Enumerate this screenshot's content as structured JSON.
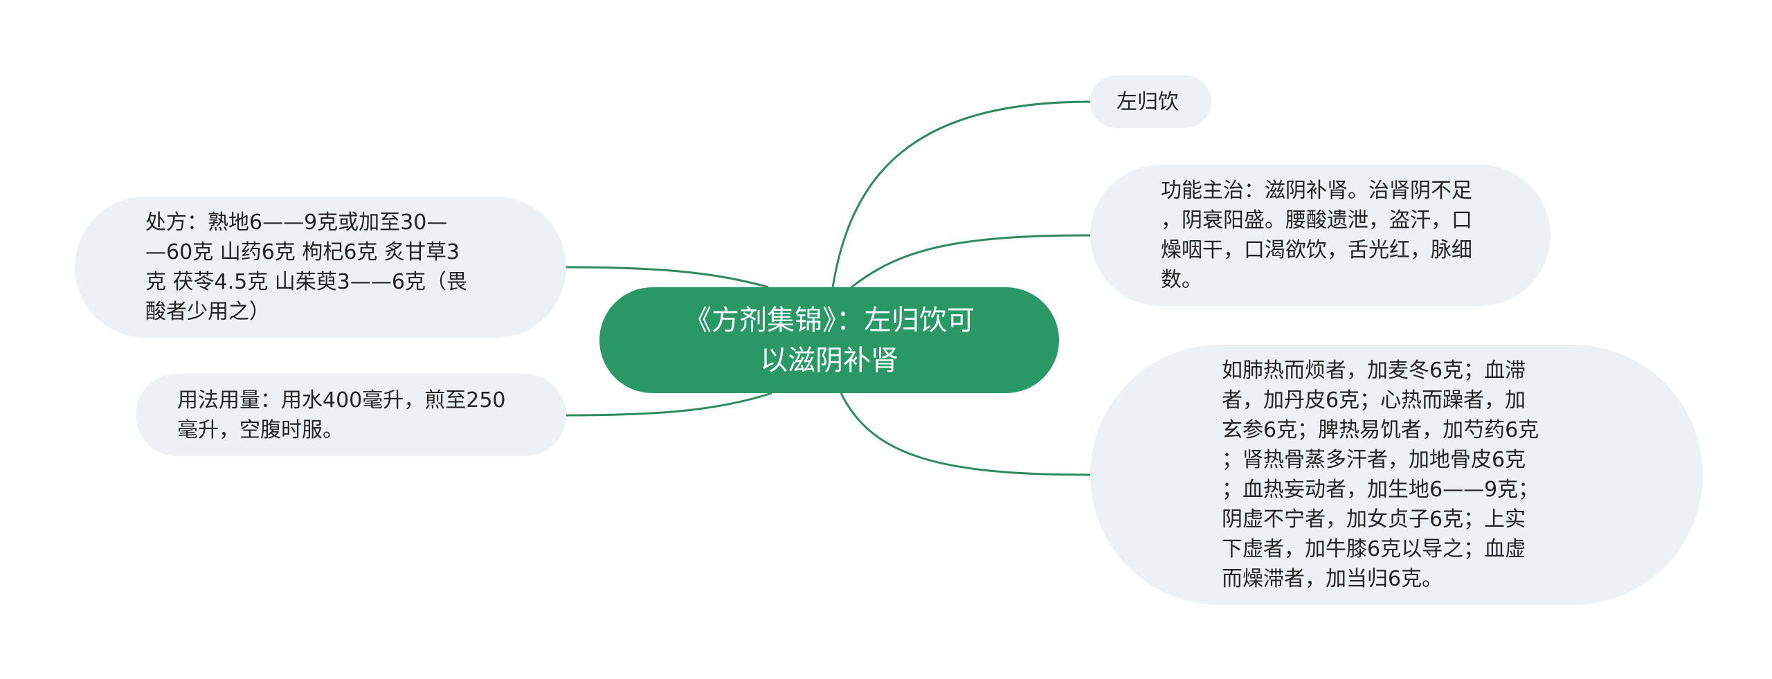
{
  "colors": {
    "center_fill": "#2a9866",
    "center_text": "#ffffff",
    "node_fill": "#eef1f4",
    "node_text": "#222222",
    "connector": "#2e8a5e"
  },
  "mindmap": {
    "center": {
      "lines": "《方剂集锦》：左归饮可\n以滋阴补肾"
    },
    "right": [
      {
        "text": "左归饮"
      },
      {
        "text": "功能主治：滋阴补肾。治肾阴不足\n，阴衰阳盛。腰酸遗泄，盗汗，口\n燥咽干，口渴欲饮，舌光红，脉细\n数。"
      },
      {
        "text": "如肺热而烦者，加麦冬6克；血滞\n者，加丹皮6克；心热而躁者，加\n玄参6克；脾热易饥者，加芍药6克\n；肾热骨蒸多汗者，加地骨皮6克\n；血热妄动者，加生地6——9克；\n阴虚不宁者，加女贞子6克；上实\n下虚者，加牛膝6克以导之；血虚\n而燥滞者，加当归6克。"
      }
    ],
    "left": [
      {
        "text": "处方：熟地6——9克或加至30—\n—60克 山药6克 枸杞6克 炙甘草3\n克 茯苓4.5克 山茱萸3——6克（畏\n酸者少用之）"
      },
      {
        "text": "用法用量：用水400毫升，煎至250\n毫升，空腹时服。"
      }
    ]
  }
}
